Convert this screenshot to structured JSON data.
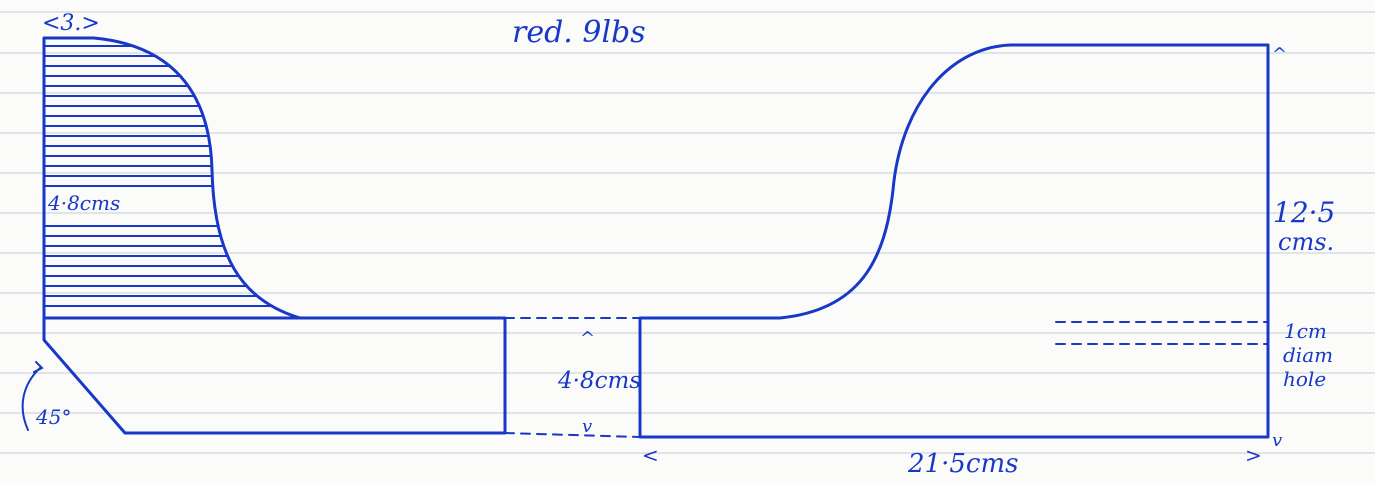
{
  "title": "red.   9lbs",
  "labels": {
    "top_width": "<3.>",
    "shaded_width": "4·8cms",
    "angle": "45°",
    "slot_height": "4·8cms",
    "height": "12·5",
    "height_unit": "cms.",
    "hole_size": "1cm",
    "hole_diam": "diam",
    "hole_word": "hole",
    "length": "21·5cms"
  },
  "arrows": {
    "up": "^",
    "down": "v",
    "left": "<",
    "right": ">"
  },
  "colors": {
    "ink": "#1838c8",
    "paper": "#fbfbfa",
    "rule": "#cfd7dd"
  }
}
